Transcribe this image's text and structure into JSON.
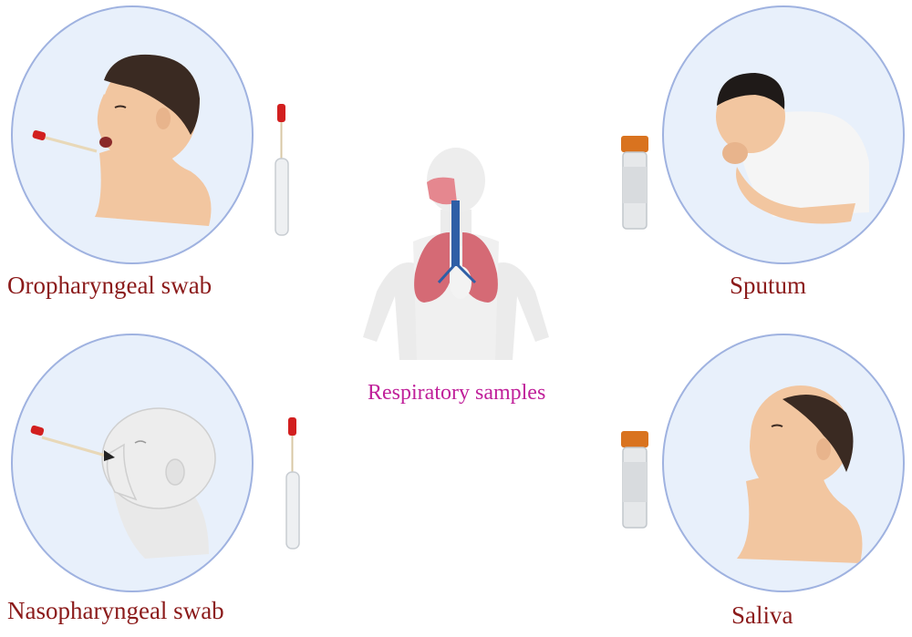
{
  "title": "",
  "center": {
    "label": "Respiratory samples"
  },
  "samples": [
    {
      "label": "Oropharyngeal swab"
    },
    {
      "label": "Sputum"
    },
    {
      "label": "Nasopharyngeal swab"
    },
    {
      "label": "Saliva"
    }
  ],
  "icons": {
    "swab": "swab-tube-icon",
    "container": "sample-container-icon",
    "lungs": "respiratory-system-icon"
  },
  "colors": {
    "label": "#8b1a1a",
    "center_label": "#c0209a",
    "circle_fill": "#e8f0fb",
    "circle_border": "#9fb2e0",
    "skin": "#f2c6a0",
    "hair": "#3a2a22",
    "cap_orange": "#d9731f",
    "swab_red": "#d21f1f",
    "lung": "#d56a75",
    "airway": "#2f5fa6"
  }
}
